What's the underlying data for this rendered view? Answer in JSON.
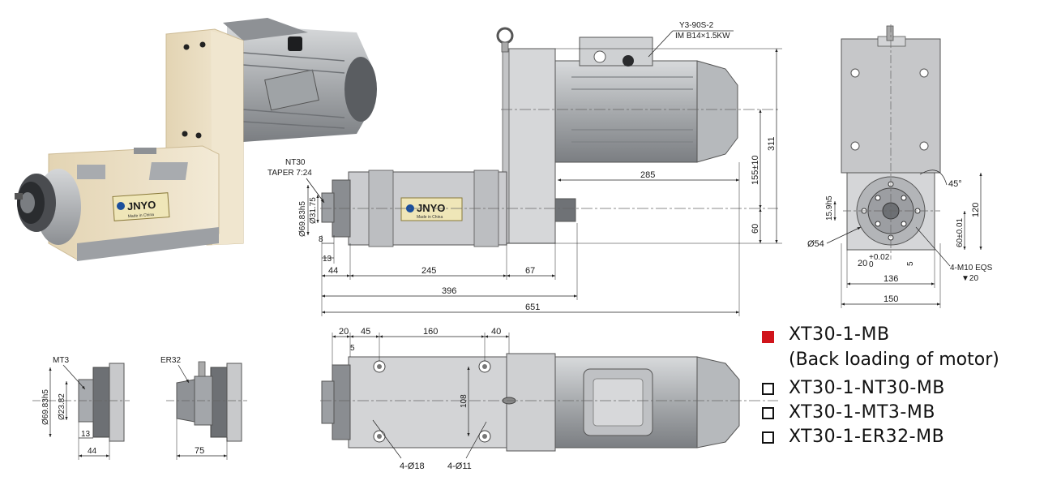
{
  "brand": {
    "logo": "JNYO",
    "tagline": "Made in China"
  },
  "motor": {
    "model": "Y3-90S-2",
    "spec": "IM B14×1.5KW"
  },
  "callouts": {
    "nt30": "NT30",
    "taper": "TAPER 7:24",
    "mt3": "MT3",
    "er32": "ER32",
    "holes_small": "4-Ø18",
    "holes_large": "4-Ø11",
    "thread": "4-M10 EQS",
    "thread_depth": "▼20"
  },
  "dims_side": {
    "spindle_od": "Ø69.83h5",
    "bore": "Ø31.75",
    "d8": "8",
    "d13": "13",
    "d44": "44",
    "d245": "245",
    "d67": "67",
    "d396": "396",
    "d651": "651",
    "d285": "285",
    "d311": "311",
    "d155": "155±10",
    "d60": "60"
  },
  "dims_front": {
    "angle": "45°",
    "key": "15.9h5",
    "d120": "120",
    "d60": "60±0.01",
    "d54": "Ø54",
    "d20": "20",
    "d20_tol": "+0.02",
    "d20_tol_low": "0",
    "d5": "5",
    "d136": "136",
    "d150": "150"
  },
  "dims_top": {
    "d20": "20",
    "d45": "45",
    "d160": "160",
    "d40": "40",
    "d5": "5",
    "d108": "108"
  },
  "dims_mt3": {
    "od": "Ø69.83h5",
    "bore": "Ø23.82",
    "d13": "13",
    "d44": "44"
  },
  "dims_er32": {
    "d75": "75"
  },
  "variants": [
    {
      "code": "XT30-1-MB",
      "note": "(Back loading of motor)",
      "selected": true
    },
    {
      "code": "XT30-1-NT30-MB",
      "selected": false
    },
    {
      "code": "XT30-1-MT3-MB",
      "selected": false
    },
    {
      "code": "XT30-1-ER32-MB",
      "selected": false
    }
  ],
  "colors": {
    "accent": "#d0141b",
    "housing": "#ece0c6",
    "metal": "#b9bcbf",
    "drawing": "#c9cacc"
  }
}
